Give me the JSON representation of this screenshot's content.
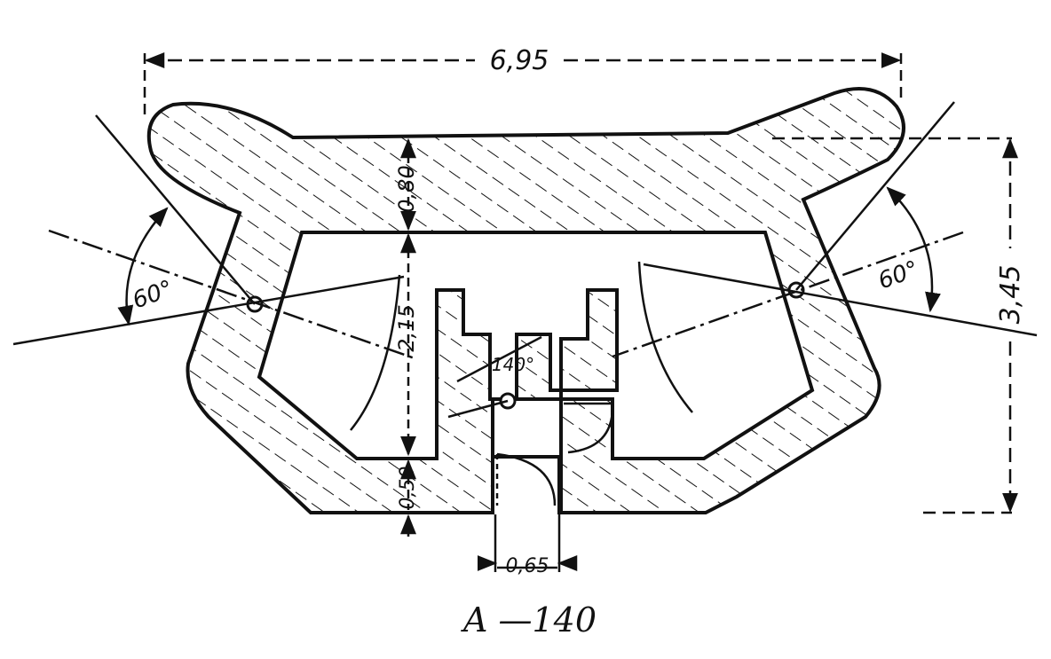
{
  "drawing": {
    "caption": "A —140",
    "dimensions": {
      "overall_width": "6,95",
      "overall_height": "3,45",
      "roof_thickness": "0,80",
      "interior_height": "2,15",
      "floor_thickness": "0,50",
      "entrance_width": "0,65",
      "left_angle": "60°",
      "right_angle": "60°",
      "central_angle": "140°"
    },
    "ink_color": "#111111",
    "paper_color": "#ffffff"
  }
}
